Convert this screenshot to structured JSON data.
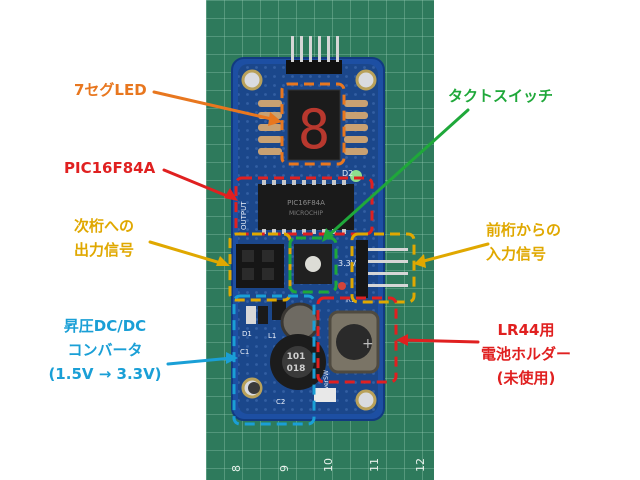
{
  "photo": {
    "board": {
      "display_digit": "8",
      "ic_text": [
        "PIC16F84A",
        "MICROCHIP"
      ],
      "regulator_marking": [
        "101",
        "018"
      ],
      "silk_texts": [
        "OUTPUT",
        "D2",
        "3.3V",
        "D1",
        "L1",
        "C1",
        "C2",
        "R1",
        "PowerSW"
      ],
      "mat_numbers": [
        "8",
        "9",
        "10",
        "11",
        "12"
      ]
    }
  },
  "annotations": [
    {
      "id": "seg7",
      "lines": [
        "7セグLED"
      ],
      "color": "#e8771f"
    },
    {
      "id": "pic",
      "lines": [
        "PIC16F84A"
      ],
      "color": "#e02020"
    },
    {
      "id": "next-out",
      "lines": [
        "次桁への",
        "出力信号"
      ],
      "color": "#e0a800"
    },
    {
      "id": "dcdc",
      "lines": [
        "昇圧DC/DC",
        "コンバータ",
        "(1.5V → 3.3V)"
      ],
      "color": "#1a9fd6"
    },
    {
      "id": "tact",
      "lines": [
        "タクトスイッチ"
      ],
      "color": "#1fa83a"
    },
    {
      "id": "prev-in",
      "lines": [
        "前桁からの",
        "入力信号"
      ],
      "color": "#e0a800"
    },
    {
      "id": "battery",
      "lines": [
        "LR44用",
        "電池ホルダー",
        "(未使用)"
      ],
      "color": "#e02020"
    }
  ]
}
